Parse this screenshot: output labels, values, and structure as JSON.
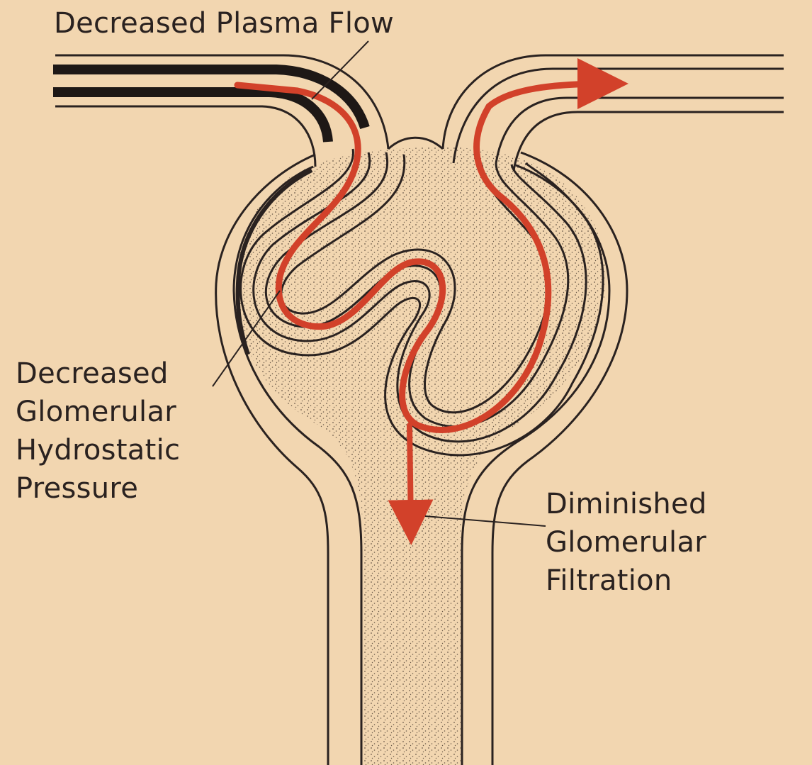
{
  "labels": {
    "plasma_flow": "Decreased Plasma Flow",
    "hydrostatic_pressure": [
      "Decreased",
      "Glomerular",
      "Hydrostatic",
      "Pressure"
    ],
    "filtration": [
      "Diminished",
      "Glomerular",
      "Filtration"
    ]
  },
  "colors": {
    "background": "#f2d6b0",
    "outline": "#2a2220",
    "flow_arrow": "#d2412a",
    "stipple": "#6b5a4a"
  }
}
